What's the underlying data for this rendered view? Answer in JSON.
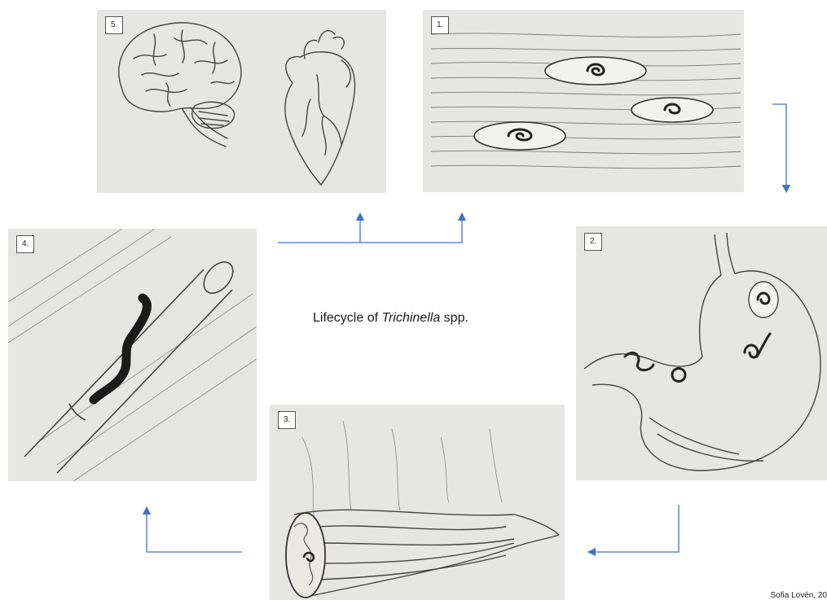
{
  "title": {
    "prefix": "Lifecycle of ",
    "genus": "Trichinella",
    "suffix": " spp."
  },
  "panels": [
    {
      "number": "5.",
      "depicts": "brain-and-heart-drawing"
    },
    {
      "number": "1.",
      "depicts": "encysted-larvae-in-muscle-drawing"
    },
    {
      "number": "2.",
      "depicts": "larvae-in-stomach-drawing"
    },
    {
      "number": "3.",
      "depicts": "larva-in-intestine-drawing"
    },
    {
      "number": "4.",
      "depicts": "worm-in-blood-vessel-drawing"
    }
  ],
  "credit": "Sofia Lovén, 20",
  "colors": {
    "arrow": "#4472c4",
    "sketch": "#3a3a3a",
    "paper": "#e6e6e4"
  }
}
